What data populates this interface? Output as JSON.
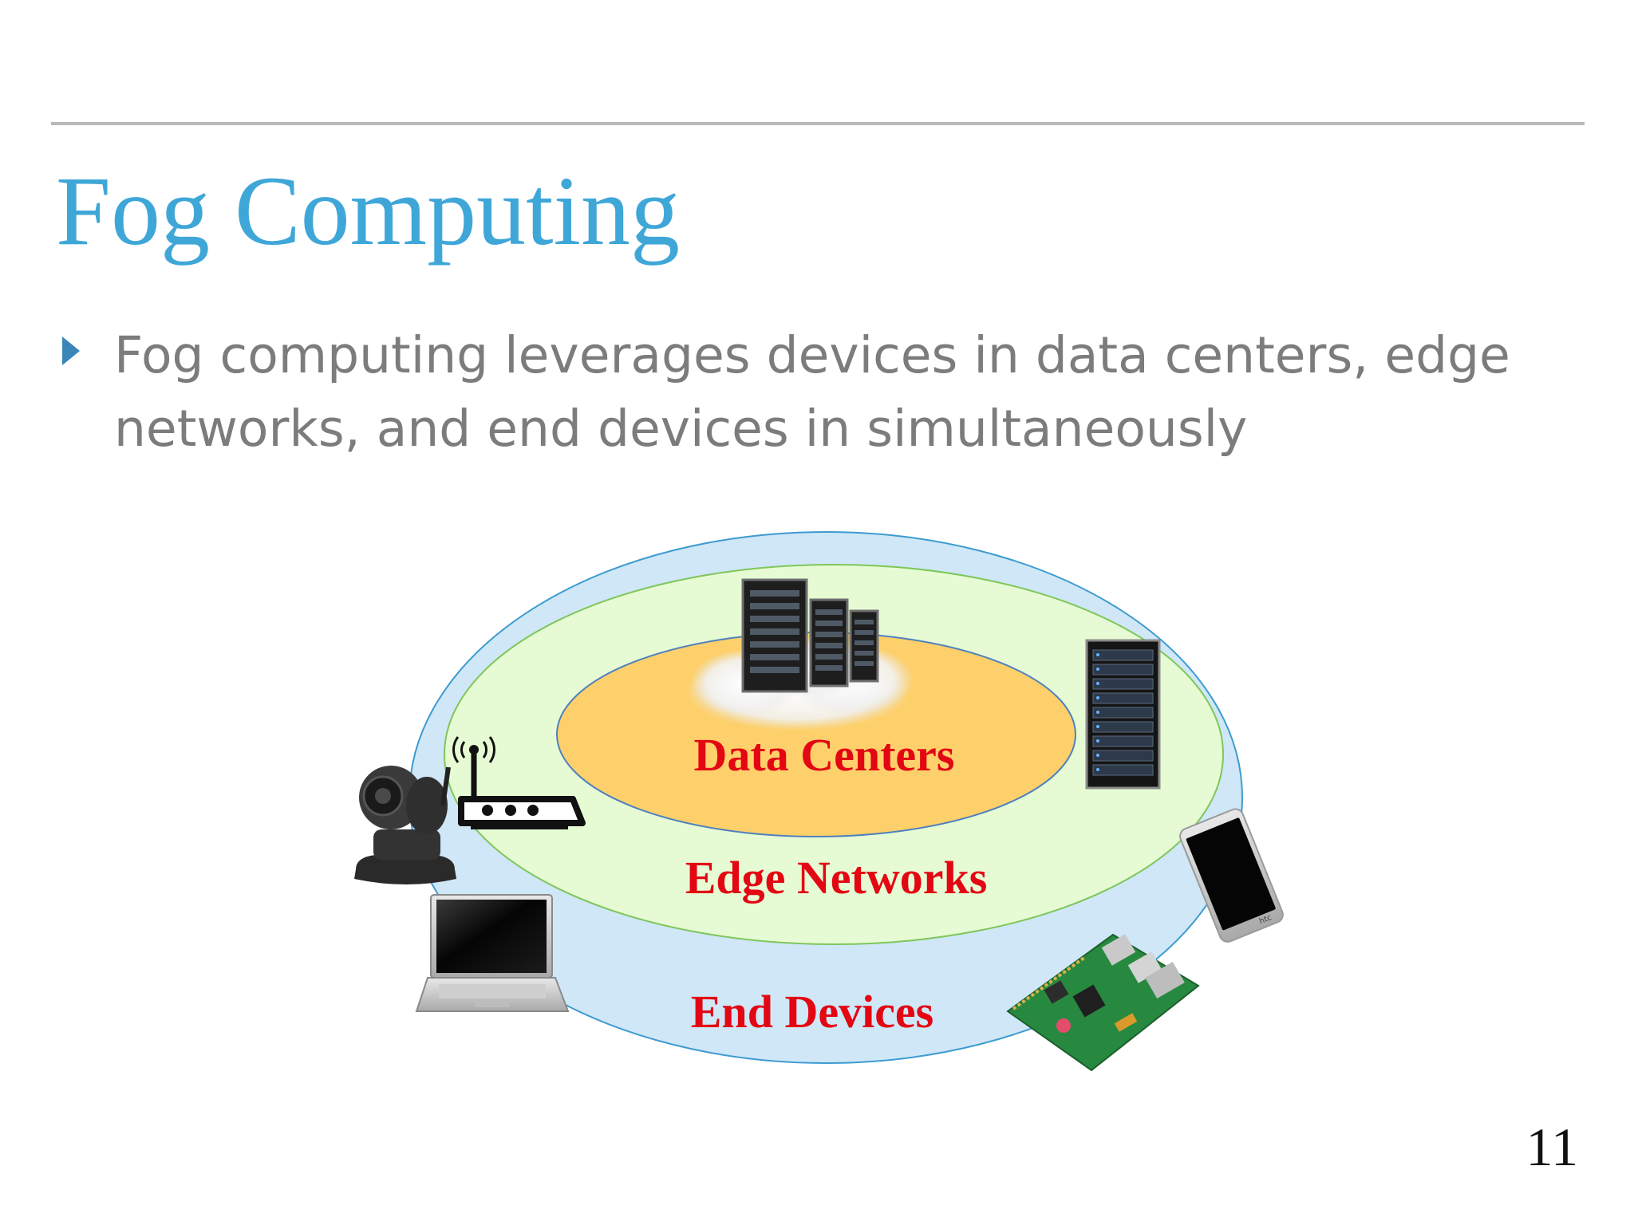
{
  "slide": {
    "title": "Fog Computing",
    "bullet": "Fog computing leverages devices in data centers, edge networks, and end devices in simultaneously",
    "page_number": "11"
  },
  "diagram": {
    "rings": [
      {
        "label": "Data Centers",
        "fill": "#fdd06b",
        "stroke": "#4f81bd"
      },
      {
        "label": "Edge Networks",
        "fill": "#e6fbd4",
        "stroke": "#7fc65a"
      },
      {
        "label": "End Devices",
        "fill": "#cfe7f7",
        "stroke": "#3e9bd0"
      }
    ],
    "label_color": "#e30613",
    "devices": [
      "server-cluster-icon",
      "server-rack-icon",
      "wifi-router-icon",
      "ip-camera-icon",
      "laptop-icon",
      "smartphone-icon",
      "raspberry-pi-board-icon"
    ],
    "phone_brand": "htc"
  }
}
